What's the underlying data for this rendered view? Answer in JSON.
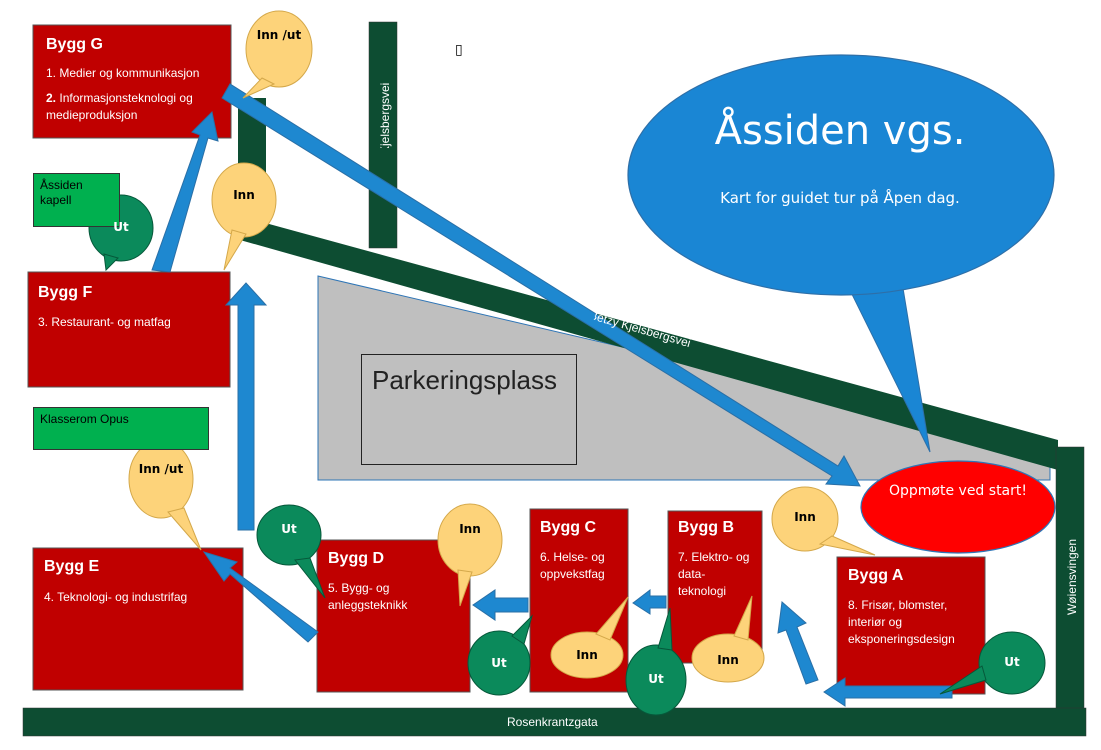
{
  "title": {
    "main": "Åssiden vgs.",
    "subtitle": "Kart for guidet tur på Åpen dag."
  },
  "start": {
    "label": "Oppmøte ved start!"
  },
  "parking": {
    "label": "Parkeringsplass"
  },
  "roads": {
    "rosenkrantzgata": "Rosenkrantzgata",
    "woiensvingen": "Wøiensvingen",
    "betzy_diag": "Betzy Kjelsbergsvei",
    "betzy_vert": "Betzy Kjelsbergsvei"
  },
  "buildings": {
    "g": {
      "title": "Bygg G",
      "line1": "1. Medier og kommunikasjon",
      "line2_num": "2.",
      "line2": "Informasjonsteknologi og medieproduksjon"
    },
    "f": {
      "title": "Bygg F",
      "line1": "3. Restaurant- og matfag"
    },
    "e": {
      "title": "Bygg E",
      "line1": "4. Teknologi- og industrifag"
    },
    "d": {
      "title": "Bygg D",
      "line1": "5. Bygg- og anleggsteknikk"
    },
    "c": {
      "title": "Bygg C",
      "line1": "6. Helse- og oppvekstfag"
    },
    "b": {
      "title": "Bygg B",
      "line1": "7. Elektro- og data-teknologi"
    },
    "a": {
      "title": "Bygg A",
      "line1": "8. Frisør, blomster, interiør og eksponeringsdesign"
    }
  },
  "other_buildings": {
    "kapell": "Åssiden kapell",
    "opus": "Klasserom Opus"
  },
  "bubbles": {
    "inn": "Inn",
    "ut": "Ut",
    "inn_ut": "Inn /ut"
  },
  "marker": "▯",
  "colors": {
    "building_red": "#c00000",
    "road_green": "#0d4d32",
    "arrow_blue": "#1e88d0",
    "bubble_yellow": "#fdd37a",
    "bubble_green": "#0b8a5b",
    "start_red": "#ff0000",
    "title_blue": "#1a86d4",
    "parking_grey": "#bfbfbf"
  }
}
